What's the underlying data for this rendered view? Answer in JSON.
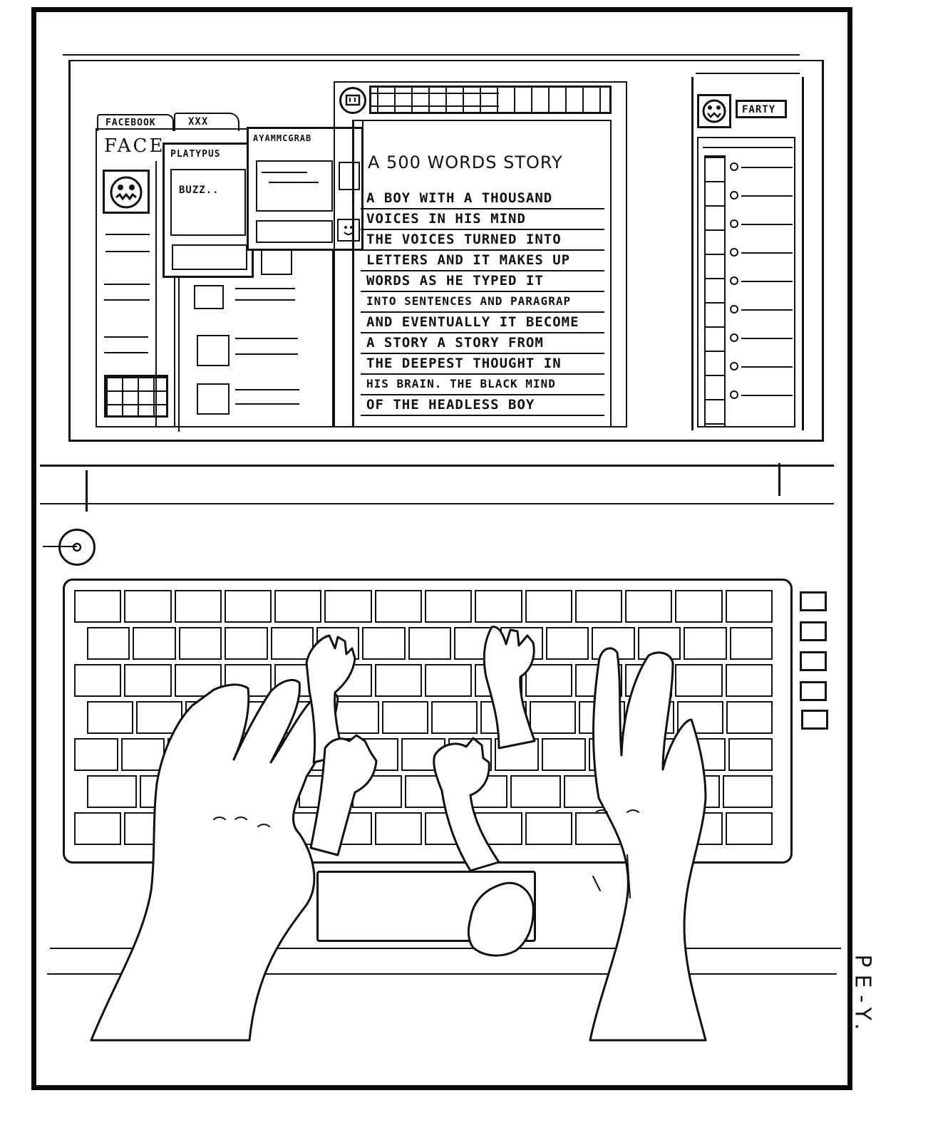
{
  "browser": {
    "tabs": [
      {
        "label": "FACEBOOK"
      },
      {
        "label": "XXX"
      }
    ],
    "page_heading": "FACE"
  },
  "chat_windows": {
    "platypus": {
      "title": "PLATYPUS",
      "message": "BUZZ.."
    },
    "second": {
      "title": "AYAMMCGRAB"
    }
  },
  "document": {
    "title": "A 500 WORDS STORY",
    "lines": [
      "A BOY WITH A THOUSAND",
      "VOICES IN HIS MIND",
      "THE VOICES TURNED INTO",
      "LETTERS AND IT MAKES UP",
      "WORDS AS HE TYPED IT",
      "INTO SENTENCES AND PARAGRAP",
      "AND EVENTUALLY IT BECOME",
      "A STORY A STORY FROM",
      "THE DEEPEST THOUGHT IN",
      "HIS BRAIN. THE BLACK MIND",
      "OF THE HEADLESS BOY"
    ]
  },
  "right_panel": {
    "button_label": "FARTY",
    "slider_count": 9
  },
  "signature": "PE-Y.",
  "icons": {
    "profile": "monster-face-icon",
    "chat_avatar": "smiley-icon",
    "media": "face-icon",
    "right_avatar": "grinning-face-icon",
    "power": "power-button-icon"
  }
}
